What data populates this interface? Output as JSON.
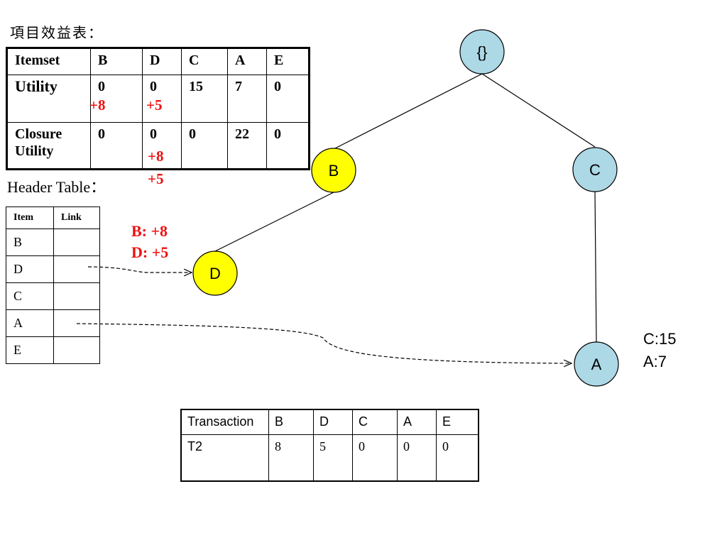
{
  "titles": {
    "utility_table_title": "項目效益表：",
    "header_table_title": "Header Table："
  },
  "utility_table": {
    "headers": [
      "Itemset",
      "B",
      "D",
      "C",
      "A",
      "E"
    ],
    "utility_label": "Utility",
    "utility_values": [
      "0",
      "0",
      "15",
      "7",
      "0"
    ],
    "utility_increments": {
      "B": "+8",
      "D": "+5"
    },
    "closure_label_line1": "Closure",
    "closure_label_line2": "Utility",
    "closure_values": [
      "0",
      "0",
      "0",
      "22",
      "0"
    ],
    "closure_increments_D": [
      "+8",
      "+5"
    ]
  },
  "header_table": {
    "columns": [
      "Item",
      "Link"
    ],
    "items": [
      "B",
      "D",
      "C",
      "A",
      "E"
    ]
  },
  "tree": {
    "nodes": {
      "root": {
        "label": "{}",
        "color": "#add8e6"
      },
      "b": {
        "label": "B",
        "color": "#ffff00"
      },
      "c": {
        "label": "C",
        "color": "#add8e6"
      },
      "d": {
        "label": "D",
        "color": "#ffff00"
      },
      "a": {
        "label": "A",
        "color": "#add8e6"
      }
    },
    "annotation_bd": [
      "B: +8",
      "D: +5"
    ],
    "annotation_ca": [
      "C:15",
      "A:7"
    ]
  },
  "transaction_table": {
    "headers": [
      "Transaction",
      "B",
      "D",
      "C",
      "A",
      "E"
    ],
    "rows": [
      [
        "T2",
        "8",
        "5",
        "0",
        "0",
        "0"
      ]
    ]
  },
  "colors": {
    "highlight": "#ffff00",
    "node_default": "#add8e6",
    "increment_red": "#ee1111"
  }
}
